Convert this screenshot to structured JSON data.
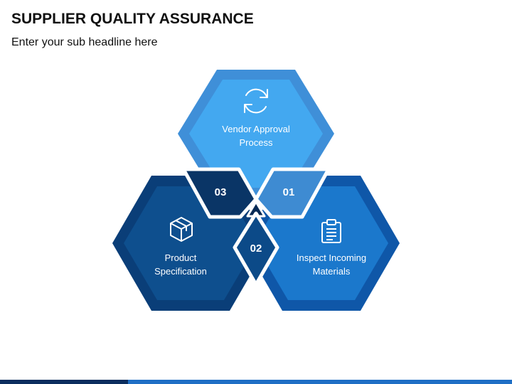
{
  "header": {
    "title": "SUPPLIER QUALITY ASSURANCE",
    "subtitle": "Enter your sub headline here"
  },
  "hexagons": [
    {
      "label_line1": "Vendor Approval",
      "label_line2": "Process",
      "icon": "refresh-icon",
      "number": "01"
    },
    {
      "label_line1": "Inspect Incoming",
      "label_line2": "Materials",
      "icon": "clipboard-icon",
      "number": "02"
    },
    {
      "label_line1": "Product",
      "label_line2": "Specification",
      "icon": "box-icon",
      "number": "03"
    }
  ],
  "colors": {
    "top_outer": "#3f8fd8",
    "top_inner": "#43a8f0",
    "right_outer": "#0f57a8",
    "right_inner": "#1b78cc",
    "left_outer": "#0a3e78",
    "left_inner": "#0e4f8e",
    "connector_01": "#3e8bd2",
    "connector_02": "#0c4a88",
    "connector_03": "#0a3566",
    "center": "#082a55",
    "bar_dark": "#0b2d5e",
    "bar_light": "#1f6fc5"
  }
}
